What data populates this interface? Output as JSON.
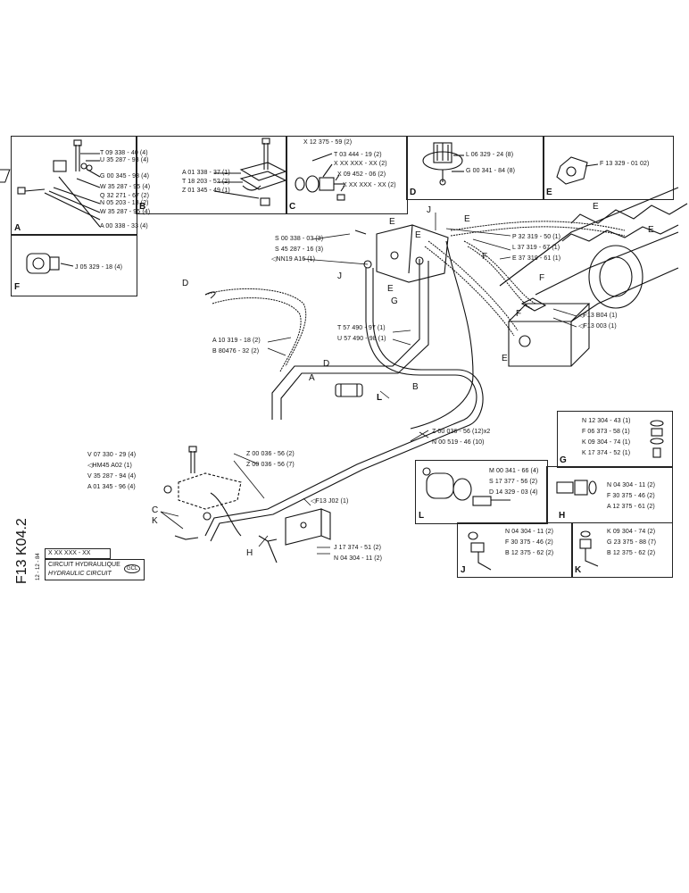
{
  "panels": {
    "A": {
      "letter": "A",
      "labels": [
        "T 09 338 - 40 (4)",
        "U 35 287 - 93 (4)",
        "G 00 345 - 98 (4)",
        "W 35 287 - 95 (4)",
        "Q 32 271 - 67 (2)",
        "N 05 203 - 18 (2)",
        "W 35 287 - 95 (4)",
        "A 00 338 - 33 (4)"
      ]
    },
    "B": {
      "letter": "B",
      "labels": [
        "A 01 338 - 37 (1)",
        "T 18 203 - 52 (2)",
        "Z 01 345 - 49 (1)"
      ]
    },
    "C": {
      "letter": "C",
      "labels": [
        "X 12 375 - 59 (2)",
        "T 03 444 - 19 (2)",
        "X XX XXX - XX (2)",
        "X 09 452 - 06 (2)",
        "X XX XXX - XX (2)"
      ]
    },
    "D": {
      "letter": "D",
      "labels": [
        "L 06 329 - 24 (8)",
        "G 00 341 - 84 (8)"
      ]
    },
    "E": {
      "letter": "E",
      "labels": [
        "F 13 329 - 01 02)"
      ]
    },
    "F": {
      "letter": "F",
      "labels": [
        "J 05 329 - 18 (4)"
      ]
    },
    "G": {
      "letter": "G",
      "labels": [
        "N 12 304 - 43 (1)",
        "F 06 373 - 58 (1)",
        "K 09 304 - 74 (1)",
        "K 17 374 - 52 (1)"
      ]
    },
    "H": {
      "letter": "H",
      "labels": [
        "N 04 304 - 11 (2)",
        "F 30 375 - 46 (2)",
        "A 12 375 - 61 (2)"
      ]
    },
    "L": {
      "letter": "L",
      "labels": [
        "M 00 341 - 66 (4)",
        "S 17 377 - 56 (2)",
        "D 14 329 - 03 (4)"
      ]
    },
    "J": {
      "letter": "J",
      "labels": [
        "N 04 304 - 11 (2)",
        "F 30 375 - 46 (2)",
        "B 12 375 - 62 (2)"
      ]
    },
    "K": {
      "letter": "K",
      "labels": [
        "K 09 304 - 74 (2)",
        "G 23 375 - 88 (7)",
        "B 12 375 - 62 (2)"
      ]
    }
  },
  "main_labels": {
    "s_00": "S 00 338 - 03 (3)",
    "s_45": "S 45 287 - 16 (3)",
    "nn19": "◁NN19  A16 (1)",
    "p_32": "P 32 319 - 50 (1)",
    "l_37": "L 37 319 - 67 (1)",
    "e_37": "E 37 319 - 61 (1)",
    "f13_804": "◁F13 B04 (1)",
    "f13_003": "◁F13 003 (1)",
    "a_10": "A 10 319 - 18 (2)",
    "b_80": "B 80476 - 32 (2)",
    "t_57": "T 57 490 - 97 (1)",
    "u_57": "U 57 490 - 98 (1)",
    "z_00_top": "Z 00 036 - 56 (12)x2",
    "n_00": "N 00 519 - 46 (10)",
    "v_07": "V 07 330 - 29 (4)",
    "hm45": "◁HM45  A02 (1)",
    "v_35": "V 35 287 - 94 (4)",
    "a_01": "A 01 345 - 96 (4)",
    "z_00_a": "Z 00 036 - 56 (2)",
    "z_00_b": "Z 00 036 - 56 (7)",
    "f13_j02": "◁F13 J02 (1)",
    "j_17": "J 17 374 - 51 (2)",
    "n_04": "N 04 304 - 11 (2)"
  },
  "callouts": [
    "D",
    "A",
    "B",
    "D",
    "L",
    "E",
    "E",
    "E",
    "J",
    "E",
    "E",
    "F",
    "G",
    "J",
    "F",
    "E",
    "F",
    "E",
    "C",
    "K",
    "H"
  ],
  "sidebar": {
    "code": "F13 K04.2",
    "date": "12 - 12 - 84"
  },
  "title_block": {
    "part_no": "X XX XXX - XX",
    "fr_title": "CIRCUIT HYDRAULIQUE",
    "en_title": "HYDRAULIC CIRCUIT",
    "brand": "GCL"
  },
  "colors": {
    "ink": "#111111",
    "paper": "#ffffff"
  }
}
